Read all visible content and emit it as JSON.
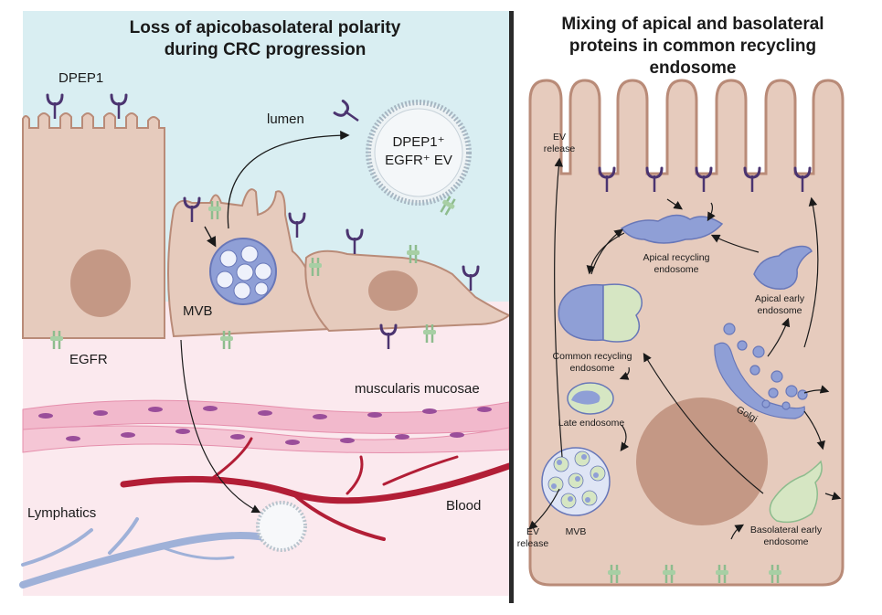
{
  "left_panel": {
    "title_line1": "Loss of apicobasolateral polarity",
    "title_line2": "during CRC progression",
    "labels": {
      "dpep1": "DPEP1",
      "lumen": "lumen",
      "ev_line1": "DPEP1⁺",
      "ev_line2": "EGFR⁺ EV",
      "mvb": "MVB",
      "egfr": "EGFR",
      "muscularis": "muscularis mucosae",
      "lymphatics": "Lymphatics",
      "blood": "Blood"
    }
  },
  "right_panel": {
    "title_line1": "Mixing of apical and basolateral",
    "title_line2": "proteins in common recycling",
    "title_line3": "endosome",
    "labels": {
      "ev_release_top_1": "EV",
      "ev_release_top_2": "release",
      "apical_recycling_1": "Apical recycling",
      "apical_recycling_2": "endosome",
      "apical_early_1": "Apical early",
      "apical_early_2": "endosome",
      "common_recycling_1": "Common recycling",
      "common_recycling_2": "endosome",
      "late_endosome": "Late endosome",
      "golgi": "Golgi",
      "mvb": "MVB",
      "ev_release_bottom_1": "EV",
      "ev_release_bottom_2": "release",
      "basolateral_early_1": "Basolateral early",
      "basolateral_early_2": "endosome"
    }
  },
  "colors": {
    "lumen_bg": "#d9eef2",
    "tissue_bg": "#fbe9ee",
    "cell_fill": "#e6cbbd",
    "cell_stroke": "#b98b78",
    "nucleus": "#c49885",
    "dpep1": "#4b3470",
    "egfr": "#8ebc8e",
    "apical_endosome": "#8f9fd6",
    "basolateral_endosome": "#d6e6c3",
    "muscle": "#f2b9cc",
    "blood": "#b21e36",
    "lymph": "#9fb1d8",
    "divider": "#2a2a2a"
  }
}
